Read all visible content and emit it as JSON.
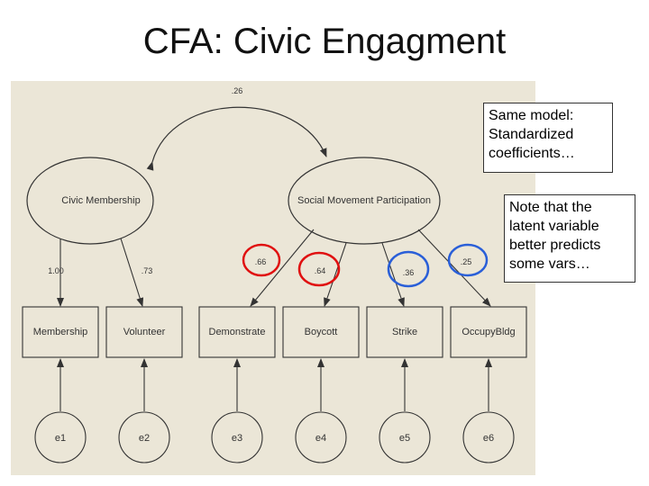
{
  "title": "CFA:  Civic Engagment",
  "covariance": ".26",
  "latent": {
    "civic_membership": "Civic Membership",
    "social_movement": "Social Movement Participation"
  },
  "observed": {
    "membership": "Membership",
    "volunteer": "Volunteer",
    "demonstrate": "Demonstrate",
    "boycott": "Boycott",
    "strike": "Strike",
    "occupy": "OccupyBldg"
  },
  "loadings": {
    "membership": "1.00",
    "volunteer": ".73",
    "demonstrate": ".66",
    "boycott": ".64",
    "strike": ".36",
    "occupy": ".25"
  },
  "errors": {
    "e1": "e1",
    "e2": "e2",
    "e3": "e3",
    "e4": "e4",
    "e5": "e5",
    "e6": "e6"
  },
  "notes": {
    "note1": "Same model: Standardized coefficients…",
    "note2": "Note that the latent variable better predicts some vars…"
  },
  "colors": {
    "panel": "#ebe6d7",
    "highlight_red": "#e01010",
    "highlight_blue": "#2a5fd8"
  }
}
